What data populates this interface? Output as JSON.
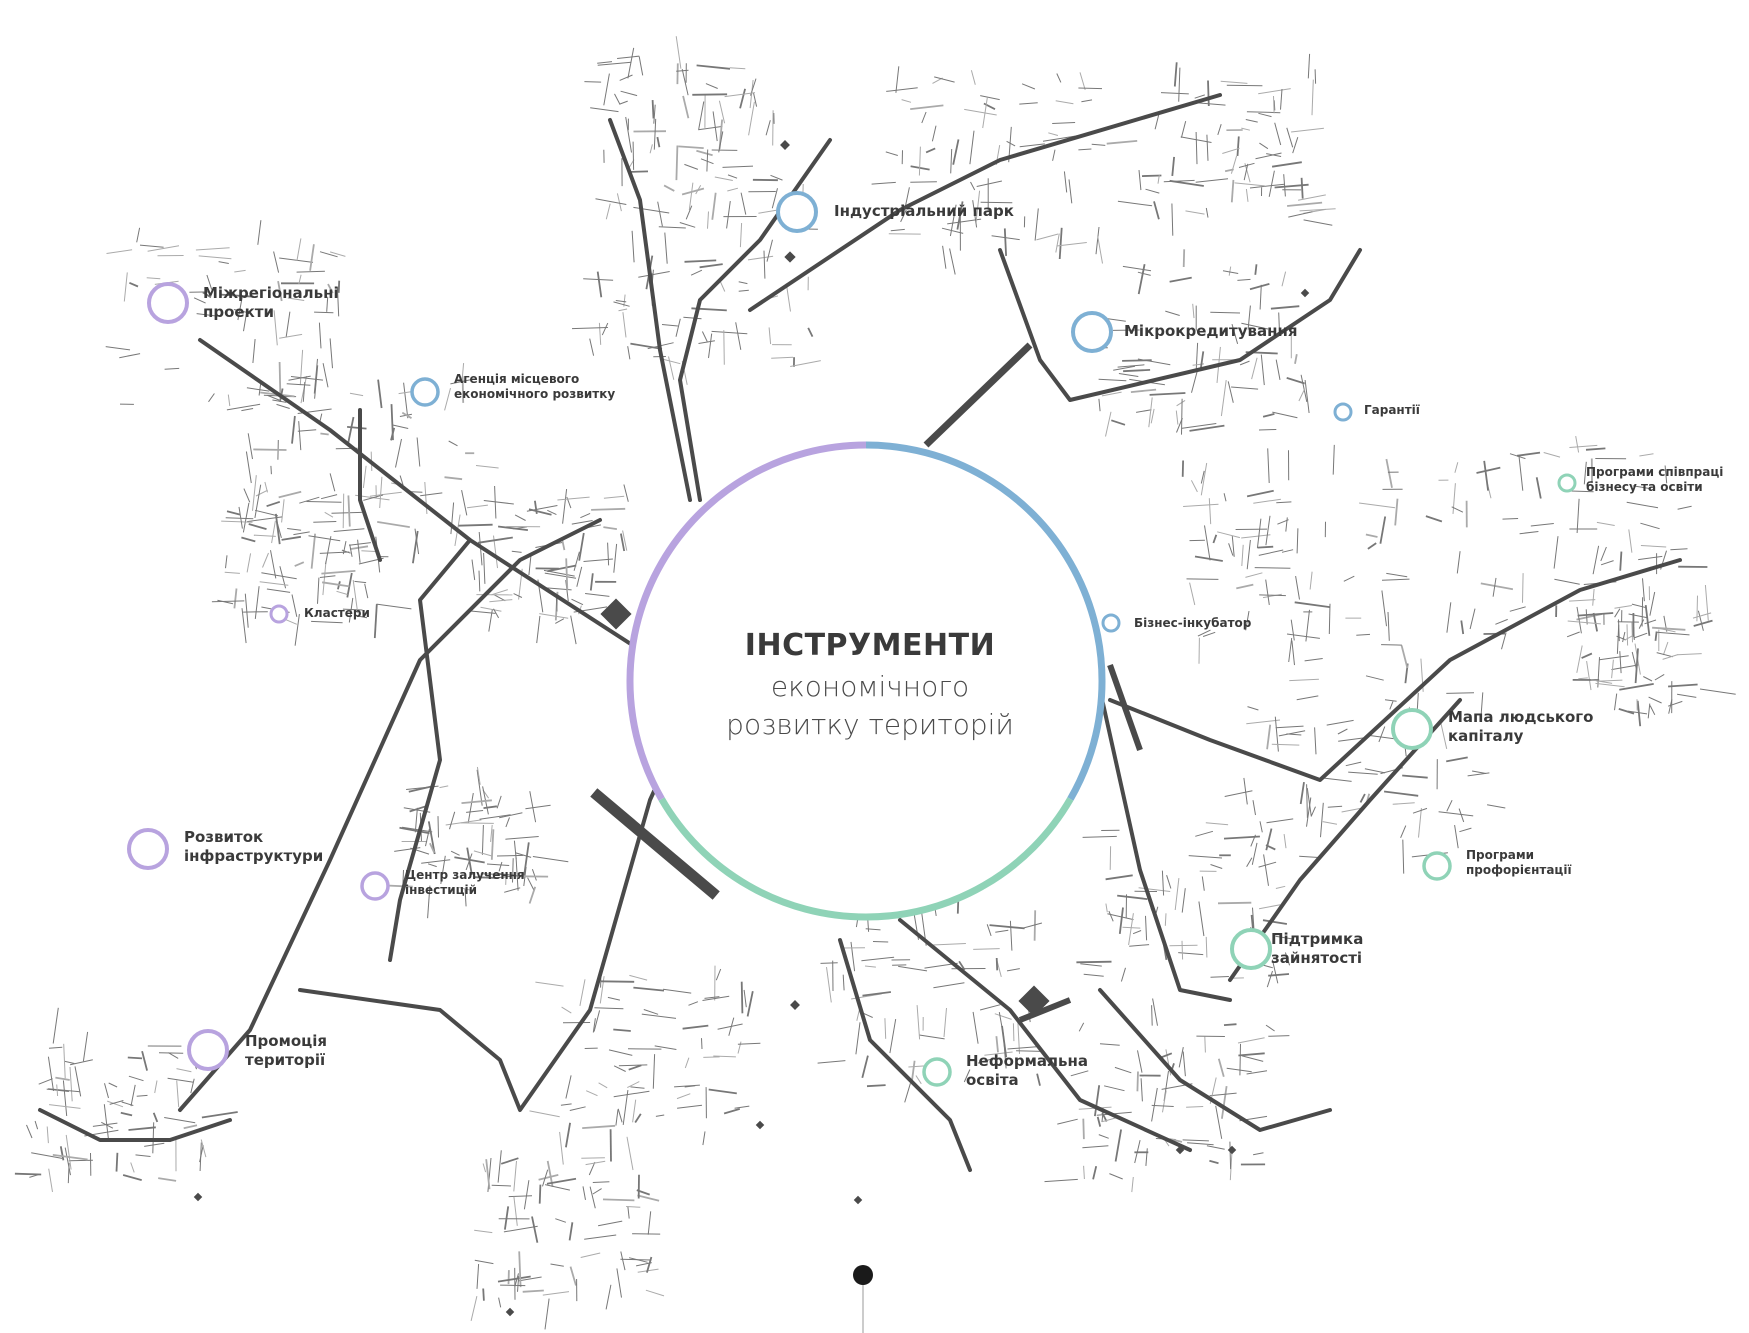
{
  "title": {
    "main": "ІНСТРУМЕНТИ",
    "sub_line1": "економічного",
    "sub_line2": "розвитку територій"
  },
  "colors": {
    "purple": "#b8a3df",
    "blue": "#7eb0d4",
    "green": "#8fd3b7",
    "road": "#4a4a4a",
    "road_light": "#8a8a8a"
  },
  "nodes": [
    {
      "id": "industrial-park",
      "label_lines": [
        "Індустріальний парк"
      ],
      "group": "blue",
      "size": "lg"
    },
    {
      "id": "interregional-projects",
      "label_lines": [
        "Міжрегіональні",
        "проекти"
      ],
      "group": "purple",
      "size": "lg"
    },
    {
      "id": "microcrediting",
      "label_lines": [
        "Мікрокредитування"
      ],
      "group": "blue",
      "size": "lg"
    },
    {
      "id": "local-dev-agency",
      "label_lines": [
        "Агенція місцевого",
        "економічного розвитку"
      ],
      "group": "blue",
      "size": "md"
    },
    {
      "id": "guarantees",
      "label_lines": [
        "Гарантії"
      ],
      "group": "blue",
      "size": "sm"
    },
    {
      "id": "business-education",
      "label_lines": [
        "Програми співпраці",
        "бізнесу та освіти"
      ],
      "group": "green",
      "size": "sm"
    },
    {
      "id": "clusters",
      "label_lines": [
        "Кластери"
      ],
      "group": "purple",
      "size": "sm"
    },
    {
      "id": "business-incubator",
      "label_lines": [
        "Бізнес-інкубатор"
      ],
      "group": "blue",
      "size": "sm"
    },
    {
      "id": "human-capital-map",
      "label_lines": [
        "Мапа людського",
        "капіталу"
      ],
      "group": "green",
      "size": "lg"
    },
    {
      "id": "infrastructure-dev",
      "label_lines": [
        "Розвиток",
        "інфраструктури"
      ],
      "group": "purple",
      "size": "lg"
    },
    {
      "id": "investment-center",
      "label_lines": [
        "Центр залучення",
        "інвестицій"
      ],
      "group": "purple",
      "size": "md"
    },
    {
      "id": "career-guidance",
      "label_lines": [
        "Програми",
        "профорієнтації"
      ],
      "group": "green",
      "size": "md"
    },
    {
      "id": "employment-support",
      "label_lines": [
        "Підтримка",
        "зайнятості"
      ],
      "group": "green",
      "size": "lg"
    },
    {
      "id": "territory-promotion",
      "label_lines": [
        "Промоція",
        "території"
      ],
      "group": "purple",
      "size": "lg"
    },
    {
      "id": "informal-education",
      "label_lines": [
        "Неформальна",
        "освіта"
      ],
      "group": "green",
      "size": "md"
    }
  ]
}
